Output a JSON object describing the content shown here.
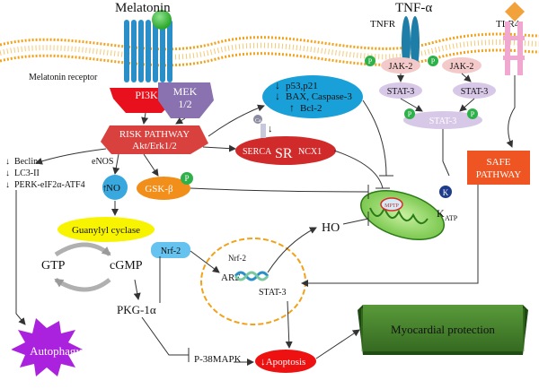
{
  "labels": {
    "melatonin": "Melatonin",
    "melatonin_receptor": "Melatonin receptor",
    "tnf": "TNF-α",
    "tnfr": "TNFR",
    "tlr4": "TLR4",
    "pi3k": "PI3K",
    "mek_line1": "MEK",
    "mek_line2": "1/2",
    "risk_line1": "RISK PATHWAY",
    "risk_line2": "Akt/Erk1/2",
    "p53_line1": "p53,p21",
    "p53_line2": "BAX, Caspase-3",
    "p53_line3": "Bcl-2",
    "ca": "Ca",
    "serca": "SERCA",
    "sr": "SR",
    "ncx1": "NCX1",
    "jak2_left": "JAK-2",
    "jak2_right": "JAK-2",
    "stat3_left": "STAT-3",
    "stat3_right": "STAT-3",
    "stat3_dimer": "STAT-3",
    "p": "P",
    "safe_line1": "SAFE",
    "safe_line2": "PATHWAY",
    "beclin": "Beclin",
    "lc3": "LC3-II",
    "perk": "PERK-eIF2α-ATF4",
    "enos": "eNOS",
    "no": "NO",
    "gsk": "GSK-β",
    "guanylyl": "Guanylyl  cyclase",
    "gtp": "GTP",
    "cgmp": "cGMP",
    "nrf2_box": "Nrf-2",
    "nrf2_dna": "Nrf-2",
    "are": "ARE",
    "ho": "HO",
    "stat3_nucleus": "STAT-3",
    "k": "K",
    "katp": "K",
    "katp_sub": "ATP",
    "mptp": "MPTP",
    "pkg": "PKG-1α",
    "autophagy": "Autophagy",
    "p38": "P-38MAPK",
    "apoptosis": "Apoptosis",
    "myocardial": "Myocardial protection"
  },
  "colors": {
    "pi3k": "#e8101c",
    "mek": "#8a72b0",
    "risk": "#d9413e",
    "p53": "#1aa0d8",
    "serca": "#d02a2a",
    "jak": "#f3c9c9",
    "stat": "#d8c8e8",
    "p_badge": "#2fb14a",
    "safe": "#ee5522",
    "no": "#38a8de",
    "gsk": "#f28e1a",
    "guanylyl": "#f8f400",
    "nrf2": "#66c2ee",
    "k_badge": "#1e3c8c",
    "autophagy": "#aa22dd",
    "apoptosis": "#ee1111",
    "myocardial": "#2e6a1e",
    "membrane": "#f2a21a",
    "receptor": "#2a8fc8",
    "melatonin_ball": "#3cc03c"
  }
}
